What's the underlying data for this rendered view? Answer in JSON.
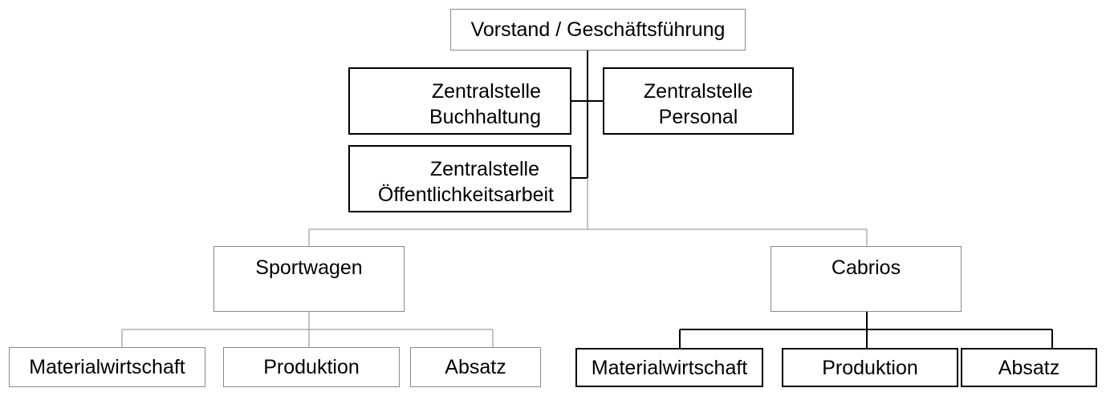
{
  "chart": {
    "root": "Vorstand / Geschäftsführung",
    "staff": [
      {
        "lines": [
          "Zentralstelle",
          "Buchhaltung"
        ]
      },
      {
        "lines": [
          "Zentralstelle",
          "Personal"
        ]
      },
      {
        "lines": [
          "Zentralstelle",
          "Öffentlichkeitsarbeit"
        ]
      }
    ],
    "divisions": [
      {
        "name": "Sportwagen",
        "units": [
          "Materialwirtschaft",
          "Produktion",
          "Absatz"
        ]
      },
      {
        "name": "Cabrios",
        "units": [
          "Materialwirtschaft",
          "Produktion",
          "Absatz"
        ]
      }
    ]
  }
}
